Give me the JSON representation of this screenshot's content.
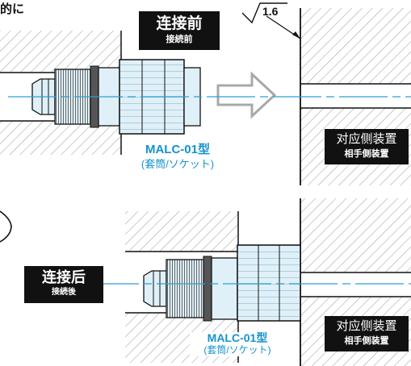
{
  "fragment": "的に",
  "before": {
    "title": "连接前",
    "subtitle": "接続前",
    "part_name": "MALC-01型",
    "part_sub": "(套筒/ソケット)",
    "mate_name": "对应侧装置",
    "mate_sub": "相手側装置"
  },
  "after": {
    "title": "连接后",
    "subtitle": "接続後",
    "part_name": "MALC-01型",
    "part_sub": "(套筒/ソケット)",
    "mate_name": "对应侧装置",
    "mate_sub": "相手側装置"
  },
  "roughness": "1.6",
  "colors": {
    "part_fill": "#dff0f8",
    "centerline": "#2a9fd6",
    "label_dark": "#111111",
    "label_blue": "#1593cf"
  }
}
